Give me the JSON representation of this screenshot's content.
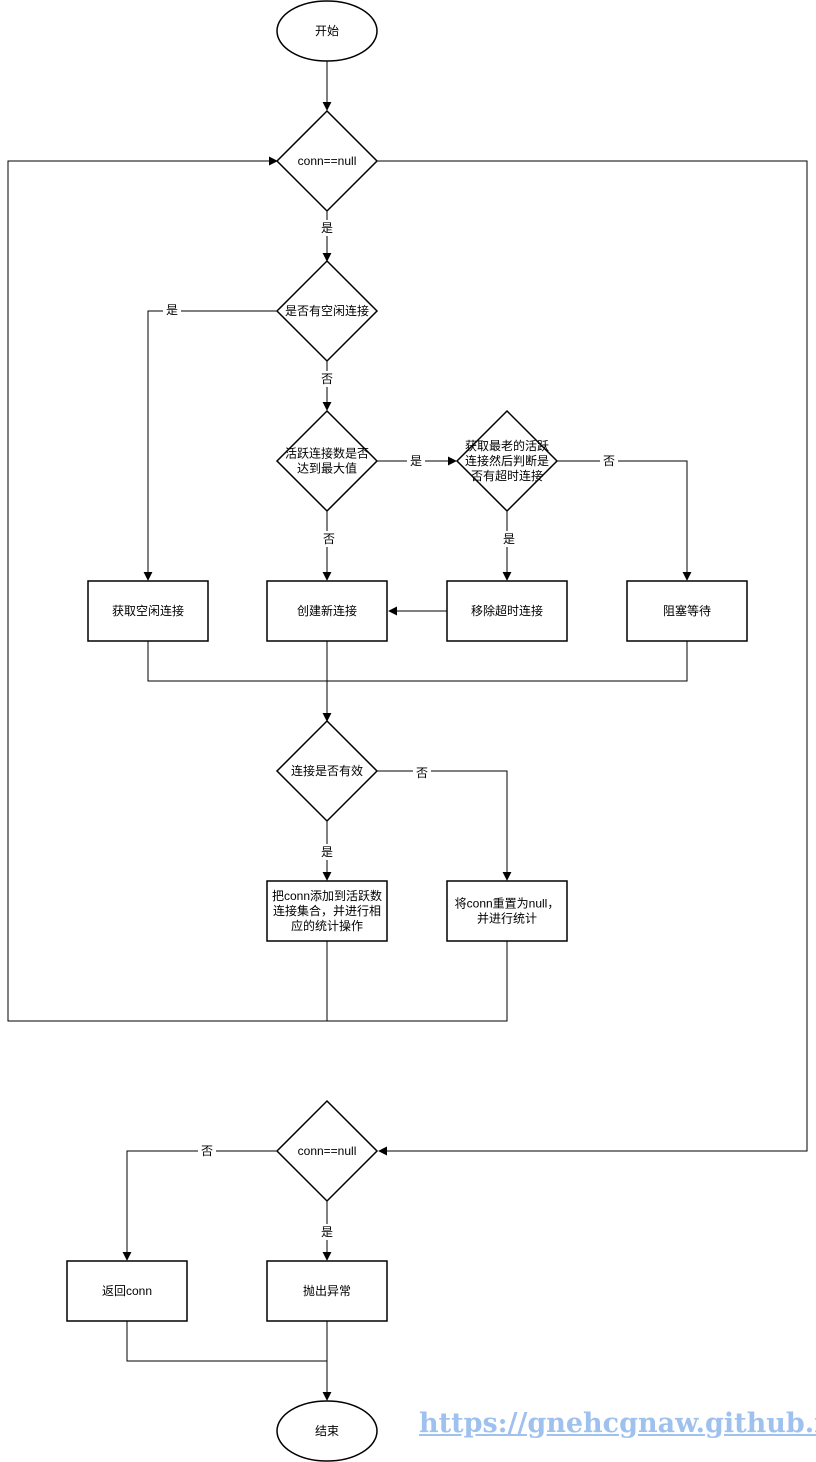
{
  "nodes": {
    "start": [
      "开始"
    ],
    "conn_null_1": [
      "conn==null"
    ],
    "has_idle": [
      "是否有空闲连接"
    ],
    "active_max": [
      "活跃连接数是否",
      "达到最大值"
    ],
    "check_oldest": [
      "获取最老的活跃",
      "连接然后判断是",
      "否有超时连接"
    ],
    "get_idle": [
      "获取空闲连接"
    ],
    "create_new": [
      "创建新连接"
    ],
    "remove_timeout": [
      "移除超时连接"
    ],
    "block_wait": [
      "阻塞等待"
    ],
    "conn_valid": [
      "连接是否有效"
    ],
    "add_active": [
      "把conn添加到活跃数",
      "连接集合，并进行相",
      "应的统计操作"
    ],
    "reset_null": [
      "将conn重置为null，",
      "并进行统计"
    ],
    "conn_null_2": [
      "conn==null"
    ],
    "return_conn": [
      "返回conn"
    ],
    "throw_ex": [
      "抛出异常"
    ],
    "end": [
      "结束"
    ]
  },
  "edge_labels": {
    "conn_null_yes": "是",
    "idle_yes": "是",
    "idle_no": "否",
    "max_yes": "是",
    "max_no": "否",
    "timeout_yes": "是",
    "timeout_no": "否",
    "valid_no": "否",
    "valid_yes": "是",
    "final_no": "否",
    "final_yes": "是"
  },
  "watermark": "https://gnehcgnaw.github.io/"
}
